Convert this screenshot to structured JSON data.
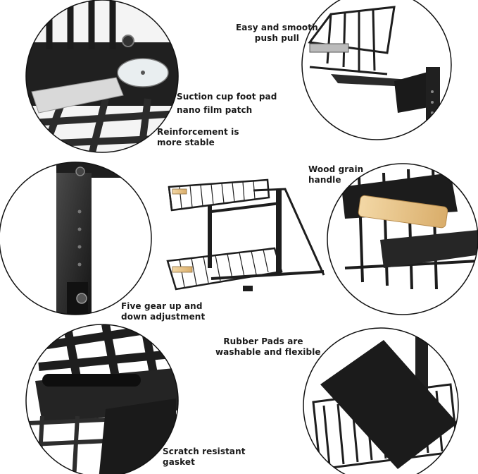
{
  "callouts": {
    "push_pull": {
      "lines": [
        "Easy and smooth",
        "push pull"
      ]
    },
    "suction": {
      "lines": [
        "Suction cup foot pad",
        "nano film patch"
      ]
    },
    "reinforcement": {
      "lines": [
        "Reinforcement is",
        "more stable"
      ]
    },
    "wood_handle": {
      "lines": [
        "Wood grain",
        "handle"
      ]
    },
    "gear": {
      "lines": [
        "Five gear up and",
        "down adjustment"
      ]
    },
    "rubber": {
      "lines": [
        "Rubber Pads are",
        "washable and flexible"
      ]
    },
    "gasket": {
      "lines": [
        "Scratch resistant",
        "gasket"
      ]
    }
  },
  "colors": {
    "metal": "#1f1f1f",
    "metal_light": "#3a3a3a",
    "wood": "#e8c690",
    "circle_border": "#111111",
    "background": "#ffffff"
  }
}
